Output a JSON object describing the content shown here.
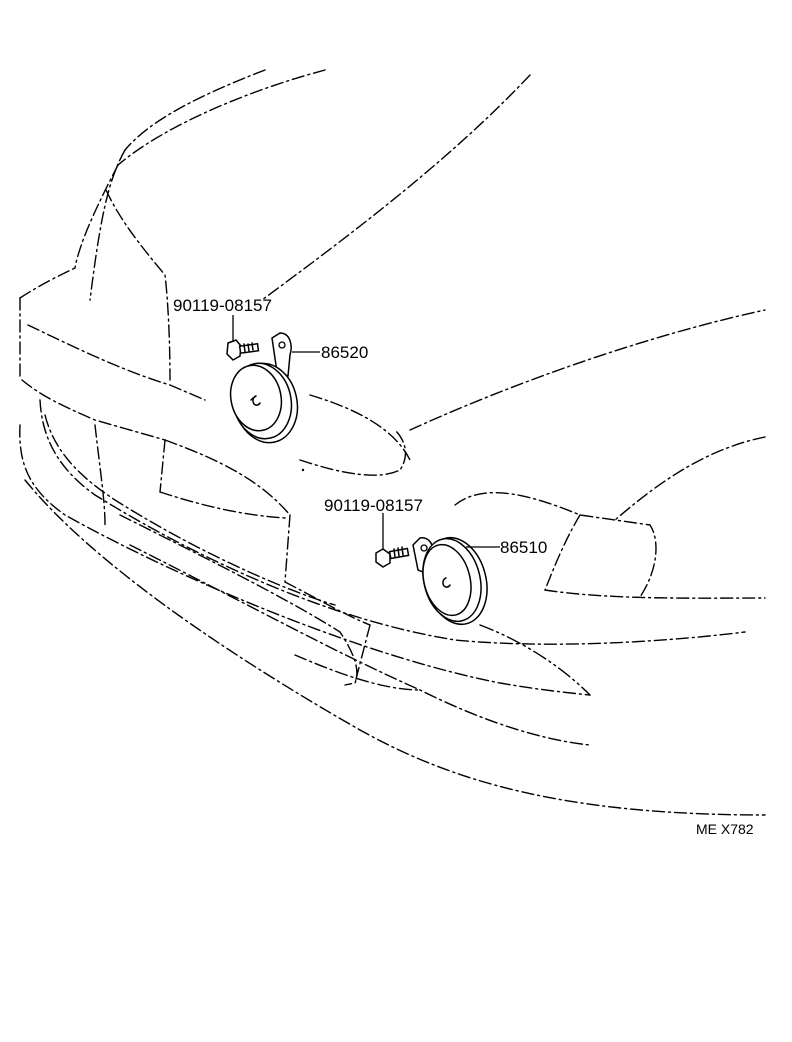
{
  "callouts": {
    "bolt_upper": "90119-08157",
    "horn_upper": "86520",
    "bolt_lower": "90119-08157",
    "horn_lower": "86510"
  },
  "figure_code": "ME X782"
}
